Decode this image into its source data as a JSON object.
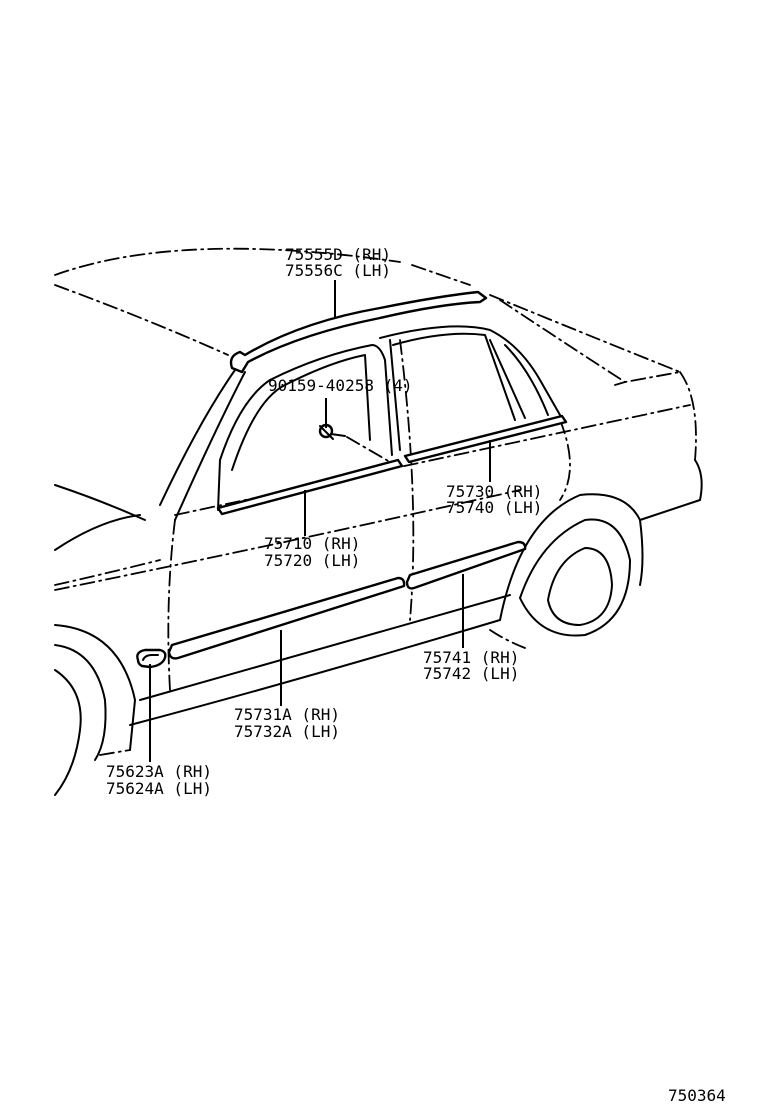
{
  "diagram_id": "750364",
  "callouts": {
    "roof_molding": {
      "rh": "75555D (RH)",
      "lh": "75556C (LH)"
    },
    "clip": {
      "number": "90159-40258 (4)"
    },
    "rear_belt_molding": {
      "rh": "75730 (RH)",
      "lh": "75740 (LH)"
    },
    "front_belt_molding": {
      "rh": "75710 (RH)",
      "lh": "75720 (LH)"
    },
    "rear_door_side_molding": {
      "rh": "75741 (RH)",
      "lh": "75742 (LH)"
    },
    "front_door_side_molding": {
      "rh": "75731A (RH)",
      "lh": "75732A (LH)"
    },
    "fender_side_emblem": {
      "rh": "75623A (RH)",
      "lh": "75624A (LH)"
    }
  }
}
